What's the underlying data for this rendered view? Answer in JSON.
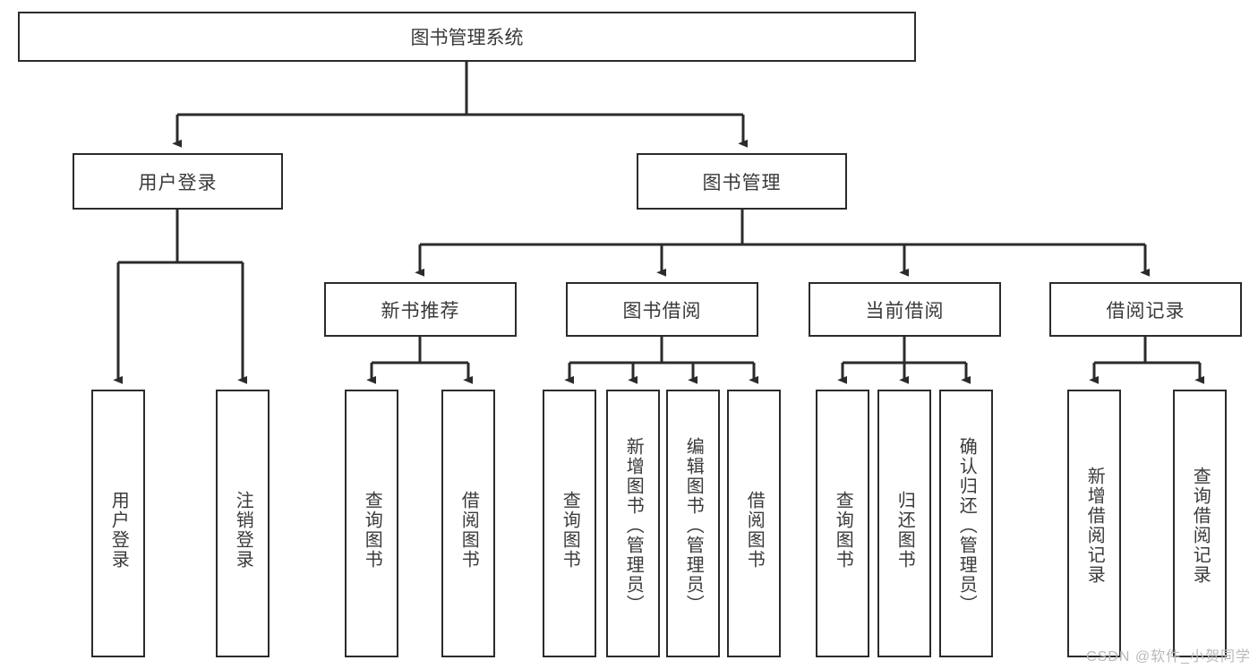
{
  "diagram": {
    "type": "tree-hierarchy",
    "title": "图书管理系统",
    "watermark": "CSDN @软件_小贺同学",
    "colors": {
      "box_border": "#2b2b2b",
      "box_fill": "#ffffff",
      "text": "#3a3a3a",
      "edge": "#2b2b2b",
      "watermark": "#b9b9b9"
    },
    "nodes": {
      "root": {
        "label": "图书管理系统"
      },
      "level2": [
        {
          "label": "用户登录"
        },
        {
          "label": "图书管理"
        }
      ],
      "level3": [
        {
          "label": "新书推荐"
        },
        {
          "label": "图书借阅"
        },
        {
          "label": "当前借阅"
        },
        {
          "label": "借阅记录"
        }
      ],
      "leaves": {
        "user_login": [
          {
            "label": "用户登录"
          },
          {
            "label": "注销登录"
          }
        ],
        "new_book_recommend": [
          {
            "label": "查询图书"
          },
          {
            "label": "借阅图书"
          }
        ],
        "book_borrow": [
          {
            "label": "查询图书"
          },
          {
            "label": "新增图书（管理员）"
          },
          {
            "label": "编辑图书（管理员）"
          },
          {
            "label": "借阅图书"
          }
        ],
        "current_borrow": [
          {
            "label": "查询图书"
          },
          {
            "label": "归还图书"
          },
          {
            "label": "确认归还（管理员）"
          }
        ],
        "borrow_records": [
          {
            "label": "新增借阅记录"
          },
          {
            "label": "查询借阅记录"
          }
        ]
      }
    }
  }
}
